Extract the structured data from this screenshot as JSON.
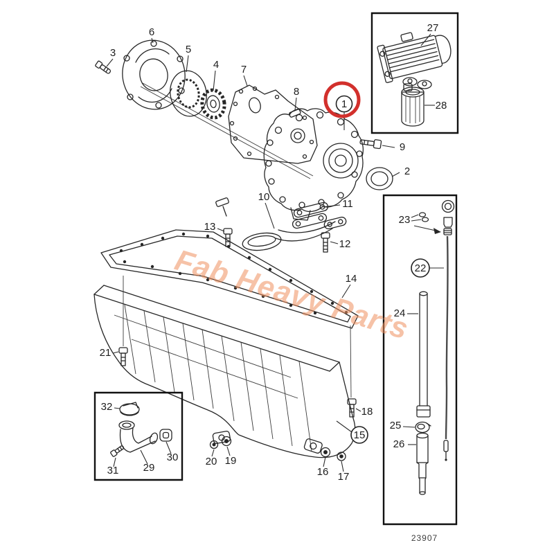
{
  "diagram": {
    "watermark": "Fab Heavy Parts",
    "figure_number": "23907",
    "colors": {
      "line": "#262626",
      "highlight_ring": "#d2302c",
      "watermark": "#ef8f5e",
      "background": "#ffffff"
    },
    "callouts": [
      {
        "label": "1",
        "circled": true,
        "highlighted": true
      },
      {
        "label": "2",
        "circled": false,
        "highlighted": false
      },
      {
        "label": "3",
        "circled": false,
        "highlighted": false
      },
      {
        "label": "4",
        "circled": false,
        "highlighted": false
      },
      {
        "label": "5",
        "circled": false,
        "highlighted": false
      },
      {
        "label": "6",
        "circled": false,
        "highlighted": false
      },
      {
        "label": "7",
        "circled": false,
        "highlighted": false
      },
      {
        "label": "8",
        "circled": false,
        "highlighted": false
      },
      {
        "label": "9",
        "circled": false,
        "highlighted": false
      },
      {
        "label": "10",
        "circled": false,
        "highlighted": false
      },
      {
        "label": "11",
        "circled": false,
        "highlighted": false
      },
      {
        "label": "12",
        "circled": false,
        "highlighted": false
      },
      {
        "label": "13",
        "circled": false,
        "highlighted": false
      },
      {
        "label": "14",
        "circled": false,
        "highlighted": false
      },
      {
        "label": "15",
        "circled": true,
        "highlighted": false
      },
      {
        "label": "16",
        "circled": false,
        "highlighted": false
      },
      {
        "label": "17",
        "circled": false,
        "highlighted": false
      },
      {
        "label": "18",
        "circled": false,
        "highlighted": false
      },
      {
        "label": "19",
        "circled": false,
        "highlighted": false
      },
      {
        "label": "20",
        "circled": false,
        "highlighted": false
      },
      {
        "label": "21",
        "circled": false,
        "highlighted": false
      },
      {
        "label": "22",
        "circled": true,
        "highlighted": false
      },
      {
        "label": "23",
        "circled": false,
        "highlighted": false
      },
      {
        "label": "24",
        "circled": false,
        "highlighted": false
      },
      {
        "label": "25",
        "circled": false,
        "highlighted": false
      },
      {
        "label": "26",
        "circled": false,
        "highlighted": false
      },
      {
        "label": "27",
        "circled": false,
        "highlighted": false
      },
      {
        "label": "28",
        "circled": false,
        "highlighted": false
      },
      {
        "label": "29",
        "circled": false,
        "highlighted": false
      },
      {
        "label": "30",
        "circled": false,
        "highlighted": false
      },
      {
        "label": "31",
        "circled": false,
        "highlighted": false
      },
      {
        "label": "32",
        "circled": false,
        "highlighted": false
      }
    ]
  }
}
